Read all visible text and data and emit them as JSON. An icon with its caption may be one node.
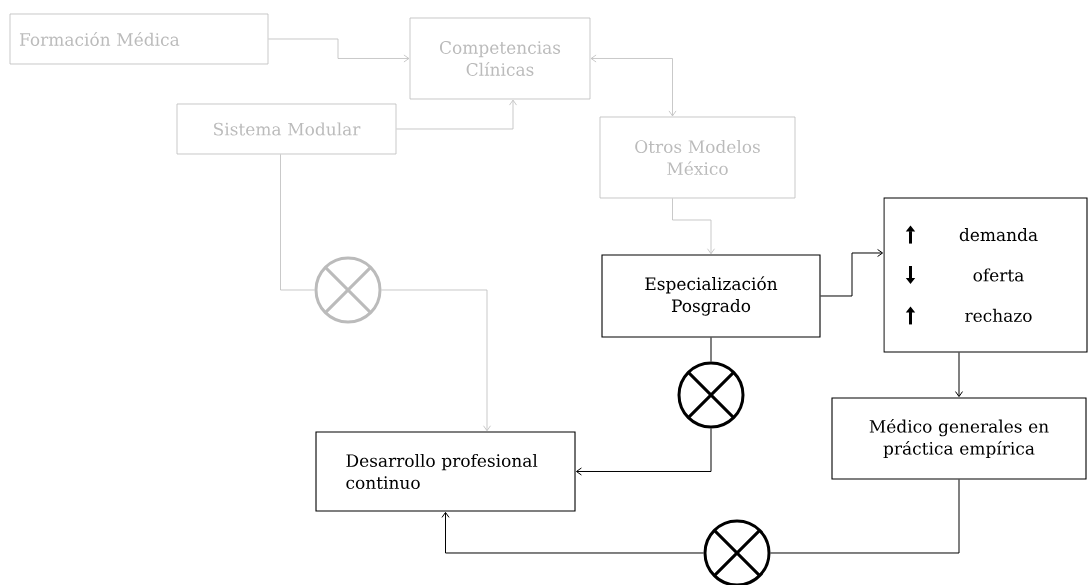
{
  "diagram": {
    "nodes": [
      {
        "text": [
          "Formación Médica"
        ]
      },
      {
        "text": [
          "Competencias Clínicas"
        ]
      },
      {
        "text": [
          "Sistema Modular"
        ]
      },
      {
        "text": [
          "Otros Modelos México"
        ]
      },
      {
        "text": [
          "Especialización Posgrado"
        ]
      },
      {
        "text": [
          "demanda",
          "oferta",
          "rechazo"
        ]
      },
      {
        "text": [
          "Médico generales en práctica empírica"
        ]
      },
      {
        "text": [
          "Desarrollo profesional continuo"
        ]
      },
      {
        "text": [],
        "shape": "circle"
      },
      {
        "text": [],
        "shape": "circle"
      },
      {
        "text": [],
        "shape": "circle"
      }
    ],
    "edges": [
      {
        "from": 0,
        "to": 1,
        "arrow": "to",
        "color": "#bbbbbb"
      },
      {
        "from": 2,
        "to": 1,
        "arrow": "to",
        "color": "#bbbbbb"
      },
      {
        "from": 1,
        "to": 3,
        "arrow": "both",
        "color": "#bbbbbb"
      },
      {
        "from": 3,
        "to": 4,
        "arrow": "to",
        "color": "#bbbbbb"
      },
      {
        "from": 4,
        "to": 5,
        "arrow": "to",
        "color": "#000000"
      },
      {
        "from": 5,
        "to": 6,
        "arrow": "to",
        "color": "#000000"
      },
      {
        "from": 2,
        "to": 8,
        "arrow": "none",
        "color": "#bbbbbb"
      },
      {
        "from": 8,
        "to": 7,
        "arrow": "to",
        "color": "#bbbbbb"
      },
      {
        "from": 4,
        "to": 9,
        "arrow": "none",
        "color": "#000000"
      },
      {
        "from": 9,
        "to": 7,
        "arrow": "to",
        "color": "#000000"
      },
      {
        "from": 6,
        "to": 10,
        "arrow": "none",
        "color": "#000000"
      },
      {
        "from": 10,
        "to": 7,
        "arrow": "to",
        "color": "#000000"
      }
    ]
  }
}
